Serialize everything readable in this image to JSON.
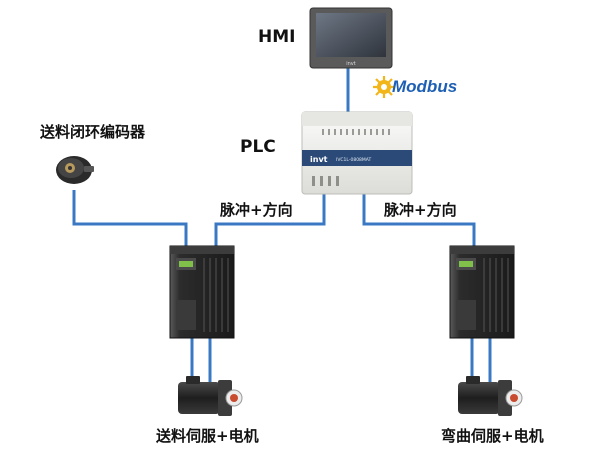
{
  "labels": {
    "hmi": "HMI",
    "plc": "PLC",
    "encoder": "送料闭环编码器",
    "pulse_dir_left": "脉冲+方向",
    "pulse_dir_right": "脉冲+方向",
    "servo_left": "送料伺服+电机",
    "servo_right": "弯曲伺服+电机",
    "protocol": "Modbus",
    "plc_brand": "invt",
    "hmi_brand": "invt",
    "plc_model": "IVC1L-0808MAT"
  },
  "colors": {
    "cable": "#3a78c4",
    "drive_body": "#2b2b2b",
    "plc_body": "#f4f4f2",
    "hmi_frame": "#505050",
    "modbus_text": "#1d5fb4",
    "modbus_logo": "#f2b61b",
    "motor_flange": "#c84b30"
  },
  "icons": [
    "hmi-panel-icon",
    "plc-unit-icon",
    "modbus-logo-icon",
    "encoder-icon",
    "servo-drive-icon",
    "servo-motor-icon"
  ]
}
